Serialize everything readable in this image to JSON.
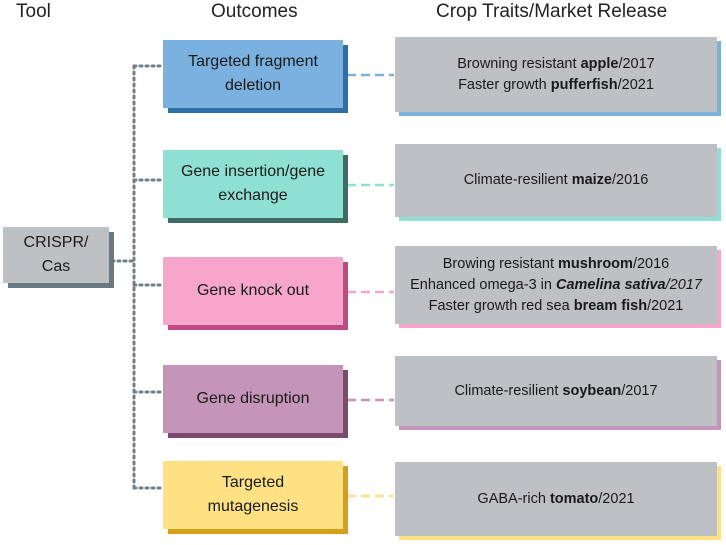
{
  "headers": {
    "tool": "Tool",
    "outcomes": "Outcomes",
    "traits": "Crop Traits/Market Release"
  },
  "tool": {
    "line1": "CRISPR/",
    "line2": "Cas"
  },
  "outcomes": [
    {
      "line1": "Targeted fragment",
      "line2": "deletion",
      "color": "#7bb1de",
      "shadow": "#2f6fa8"
    },
    {
      "line1": "Gene insertion/gene",
      "line2": "exchange",
      "color": "#8ee0d3",
      "shadow": "#3e6b63"
    },
    {
      "line1": "Gene knock out",
      "line2": "",
      "color": "#f7a6cb",
      "shadow": "#c04a86"
    },
    {
      "line1": "Gene disruption",
      "line2": "",
      "color": "#c495b8",
      "shadow": "#7b4a6d"
    },
    {
      "line1": "Targeted",
      "line2": "mutagenesis",
      "color": "#fde182",
      "shadow": "#d4a017"
    }
  ],
  "traits": [
    {
      "accent": "#7bb1de",
      "lines": [
        {
          "pre": "Browning resistant ",
          "bold": "apple",
          "post": "/2017"
        },
        {
          "pre": "Faster growth ",
          "bold": "pufferfish",
          "post": "/2021"
        }
      ]
    },
    {
      "accent": "#8ee0d3",
      "lines": [
        {
          "pre": "Climate-resilient ",
          "bold": "maize",
          "post": "/2016"
        }
      ]
    },
    {
      "accent": "#f7a6cb",
      "lines": [
        {
          "pre": "Browing resistant ",
          "bold": "mushroom",
          "post": "/2016"
        },
        {
          "pre": "Enhanced omega-3 in ",
          "bold": "Camelina sativa",
          "post": "/2017",
          "italic": true
        },
        {
          "pre": "Faster growth red sea ",
          "bold": "bream fish",
          "post": "/2021"
        }
      ]
    },
    {
      "accent": "#c495b8",
      "lines": [
        {
          "pre": "Climate-resilient ",
          "bold": "soybean",
          "post": "/2017"
        }
      ]
    },
    {
      "accent": "#fde182",
      "lines": [
        {
          "pre": "GABA-rich ",
          "bold": "tomato",
          "post": "/2021"
        }
      ]
    }
  ]
}
